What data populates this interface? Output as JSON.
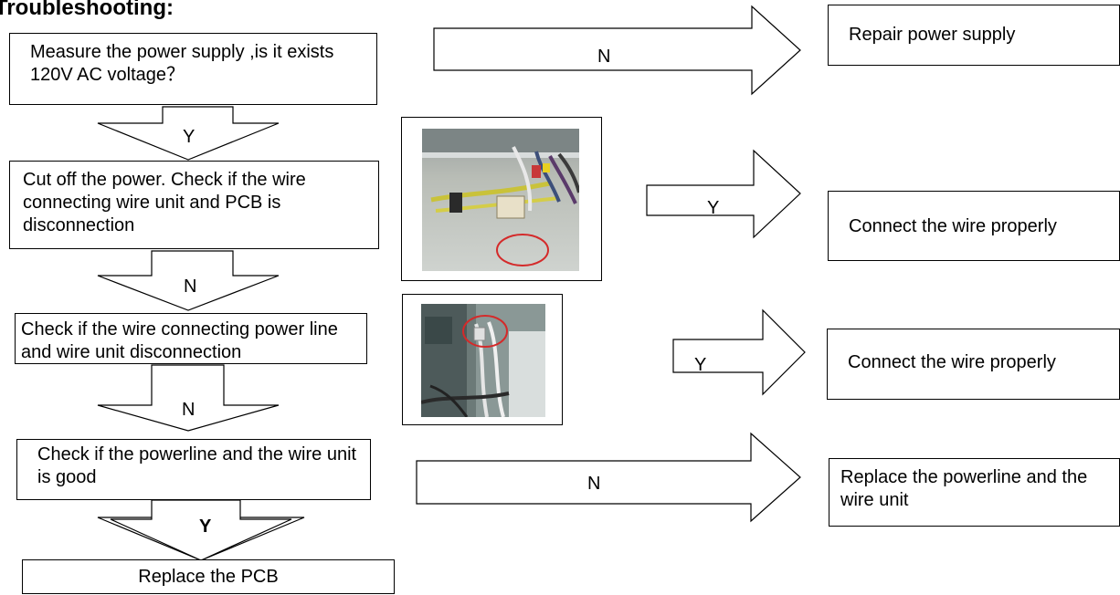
{
  "title": "Troubleshooting:",
  "steps": [
    {
      "text": "Measure the power supply ,is it exists 120V AC voltage？"
    },
    {
      "text": "Cut off the power. Check if the wire connecting wire unit and PCB is disconnection"
    },
    {
      "text": "Check if the wire connecting power line and wire unit disconnection"
    },
    {
      "text": "Check if the powerline and the wire unit is good"
    },
    {
      "text": "Replace the PCB"
    }
  ],
  "actions": [
    {
      "text": "Repair power supply"
    },
    {
      "text": "Connect the wire properly"
    },
    {
      "text": "Connect the wire properly"
    },
    {
      "text": "Replace the powerline and the wire unit"
    }
  ],
  "down_labels": [
    "Y",
    "N",
    "N",
    "Y"
  ],
  "right_labels": [
    "N",
    "Y",
    "Y",
    "N"
  ],
  "colors": {
    "highlight_circle": "#d42a2a",
    "line": "#000000"
  }
}
